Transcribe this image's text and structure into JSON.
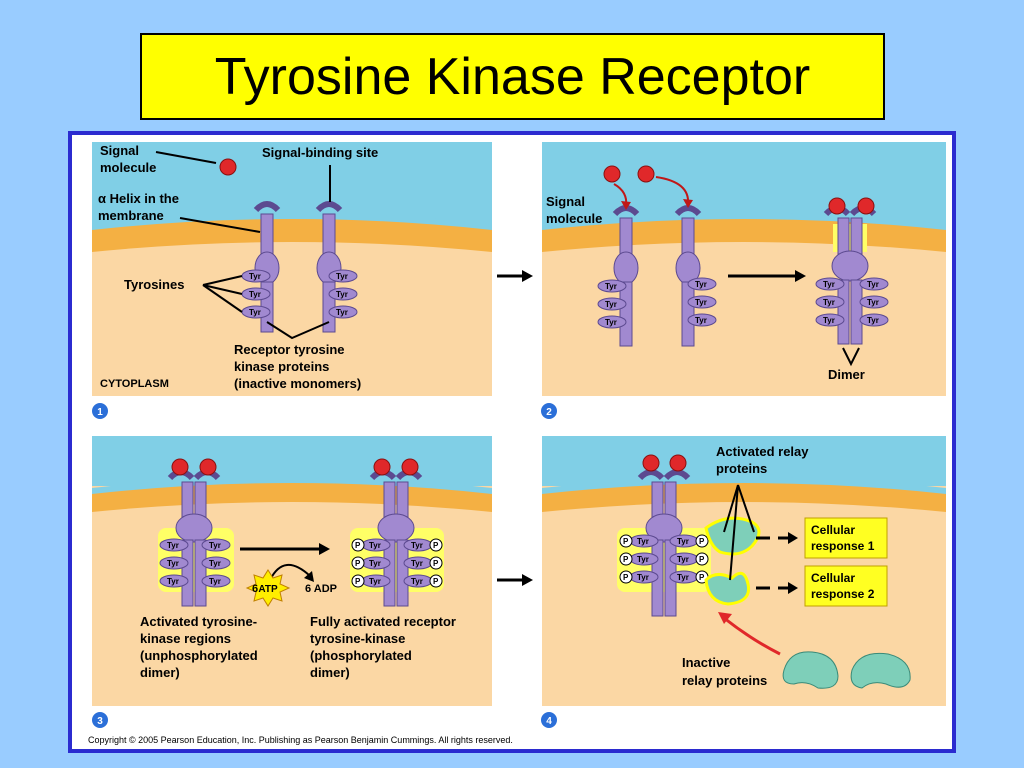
{
  "title": "Tyrosine Kinase Receptor",
  "panel1": {
    "signal_molecule": [
      "Signal",
      "molecule"
    ],
    "binding_site": "Signal-binding site",
    "helix": [
      "α Helix in the",
      "membrane"
    ],
    "tyrosines": "Tyrosines",
    "receptor": [
      "Receptor tyrosine",
      "kinase proteins",
      "(inactive monomers)"
    ],
    "cytoplasm": "CYTOPLASM",
    "step": "1"
  },
  "panel2": {
    "signal_molecule": [
      "Signal",
      "molecule"
    ],
    "dimer": "Dimer",
    "step": "2"
  },
  "panel3": {
    "atp_count": "6",
    "atp": "ATP",
    "adp": "6 ADP",
    "left_caption": [
      "Activated tyrosine-",
      "kinase regions",
      "(unphosphorylated",
      "dimer)"
    ],
    "right_caption": [
      "Fully activated receptor",
      "tyrosine-kinase",
      "(phosphorylated",
      "dimer)"
    ],
    "step": "3"
  },
  "panel4": {
    "activated_relay": [
      "Activated relay",
      "proteins"
    ],
    "response1": [
      "Cellular",
      "response 1"
    ],
    "response2": [
      "Cellular",
      "response 2"
    ],
    "inactive_relay": [
      "Inactive",
      "relay proteins"
    ],
    "step": "4"
  },
  "tyr_label": "Tyr",
  "p_label": "P",
  "copyright": "Copyright © 2005 Pearson Education, Inc. Publishing as Pearson Benjamin Cummings. All rights reserved.",
  "colors": {
    "background": "#99ccff",
    "title_bg": "#ffff00",
    "frame": "#2b2bd0",
    "extracellular": "#80cfe6",
    "membrane": "#f4b043",
    "cytoplasm": "#fbd7a4",
    "receptor": "#a189d0",
    "signal": "#e0282a",
    "relay": "#7ecfb9",
    "response_box": "#ffff22"
  }
}
